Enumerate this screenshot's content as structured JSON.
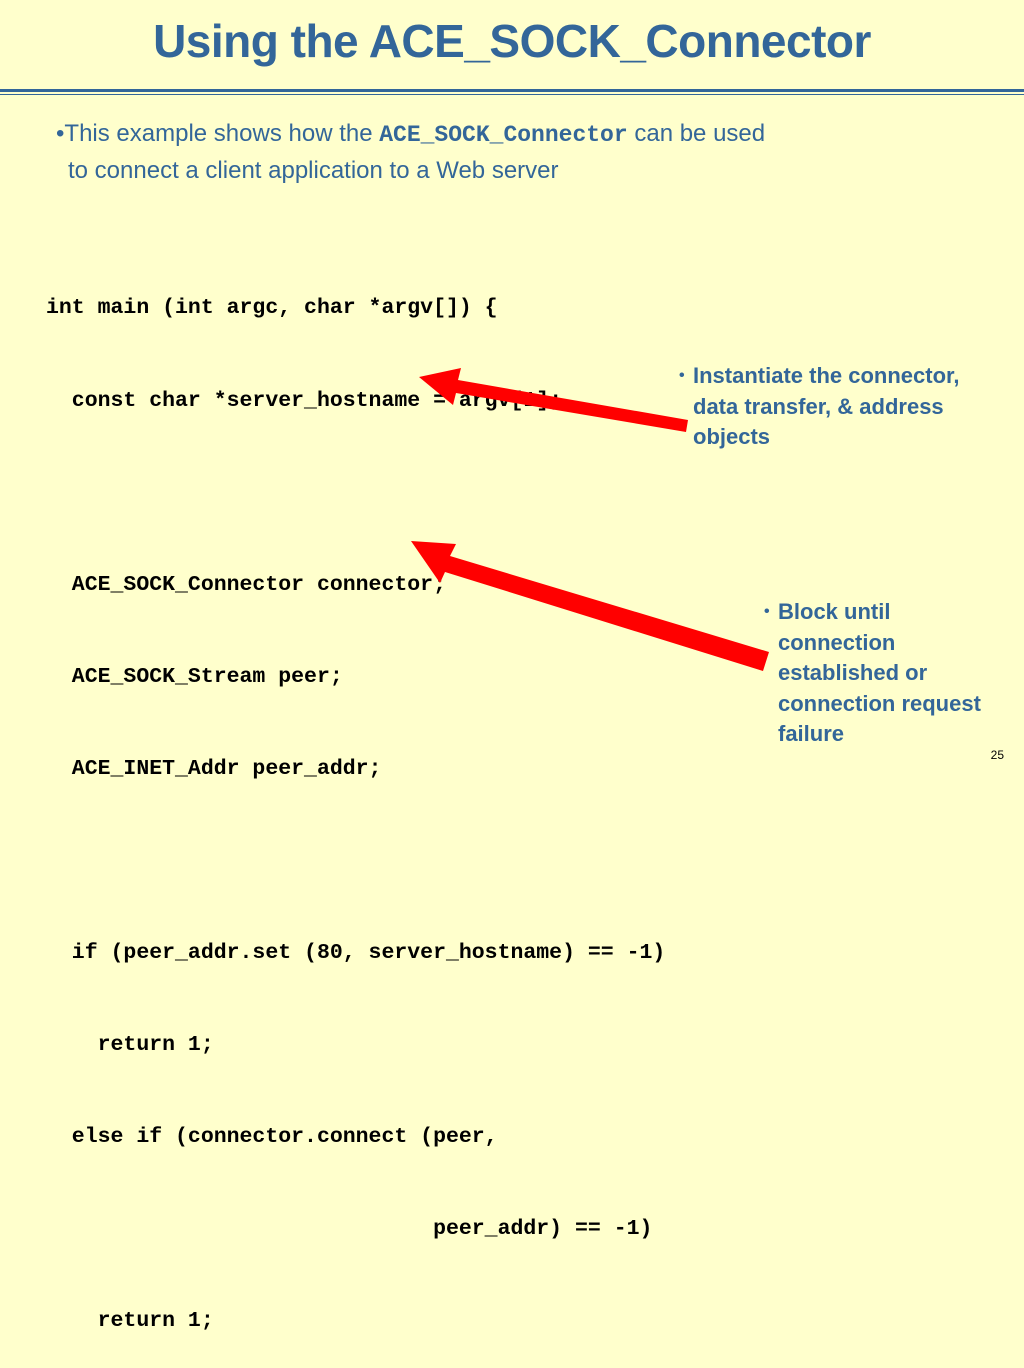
{
  "slide": {
    "title": "Using the ACE_SOCK_Connector",
    "intro": {
      "bullet": "•",
      "prefix": "This example shows how the ",
      "code": "ACE_SOCK_Connector",
      "suffix": " can be used",
      "line2": "to connect a client application to a Web server"
    },
    "code_lines": [
      "int main (int argc, char *argv[]) {",
      "  const char *server_hostname = argv[1];",
      "",
      "  ACE_SOCK_Connector connector;",
      "  ACE_SOCK_Stream peer;",
      "  ACE_INET_Addr peer_addr;",
      "",
      "  if (peer_addr.set (80, server_hostname) == -1)",
      "    return 1;",
      "  else if (connector.connect (peer,",
      "                              peer_addr) == -1)",
      "    return 1;"
    ],
    "annotations": [
      {
        "bullet": "•",
        "lines": [
          "Instantiate the connector,",
          "data transfer, & address",
          "objects"
        ]
      },
      {
        "bullet": "•",
        "lines": [
          "Block until",
          "connection",
          "established or",
          "connection request",
          "failure"
        ]
      }
    ],
    "page_number": "25",
    "colors": {
      "background": "#ffffcc",
      "accent": "#336699",
      "arrow": "#ff0000"
    }
  }
}
